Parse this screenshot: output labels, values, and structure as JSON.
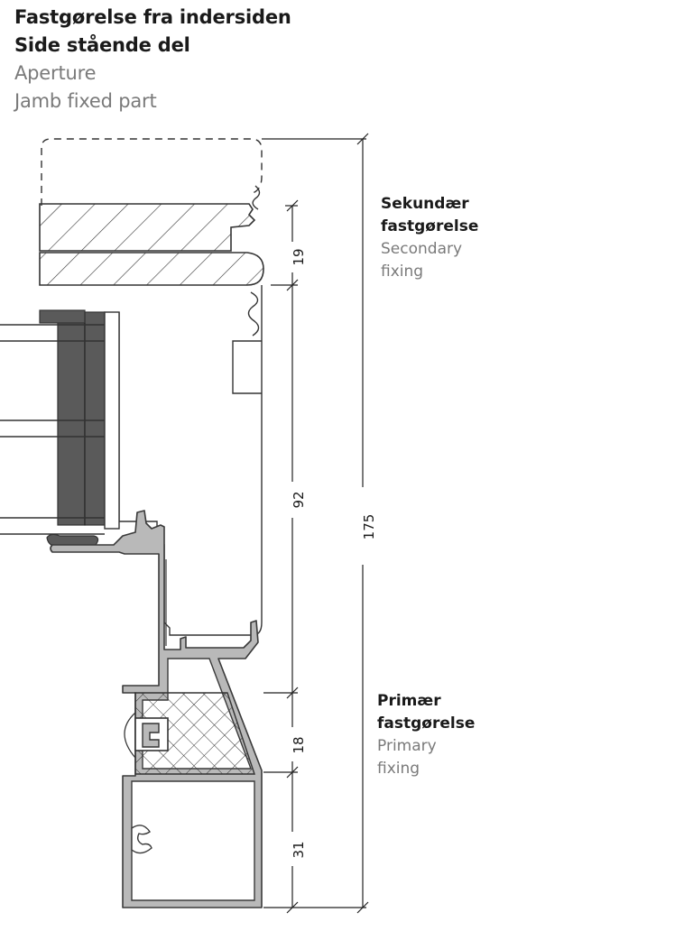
{
  "header": {
    "title_da_1": "Fastgørelse fra indersiden",
    "title_da_2": "Side stående del",
    "title_en_1": "Aperture",
    "title_en_2": "Jamb fixed part"
  },
  "notes": {
    "secondary_da_1": "Sekundær",
    "secondary_da_2": "fastgørelse",
    "secondary_en_1": "Secondary",
    "secondary_en_2": "fixing",
    "primary_da_1": "Primær",
    "primary_da_2": "fastgørelse",
    "primary_en_1": "Primary",
    "primary_en_2": "fixing"
  },
  "dimensions": {
    "d19": "19",
    "d92": "92",
    "d18": "18",
    "d31": "31",
    "d175": "175"
  },
  "colors": {
    "profile_fill": "#b9b9b9",
    "profile_stroke": "#3a3a3a",
    "glass_dark": "#5a5a5a",
    "line": "#222222"
  }
}
